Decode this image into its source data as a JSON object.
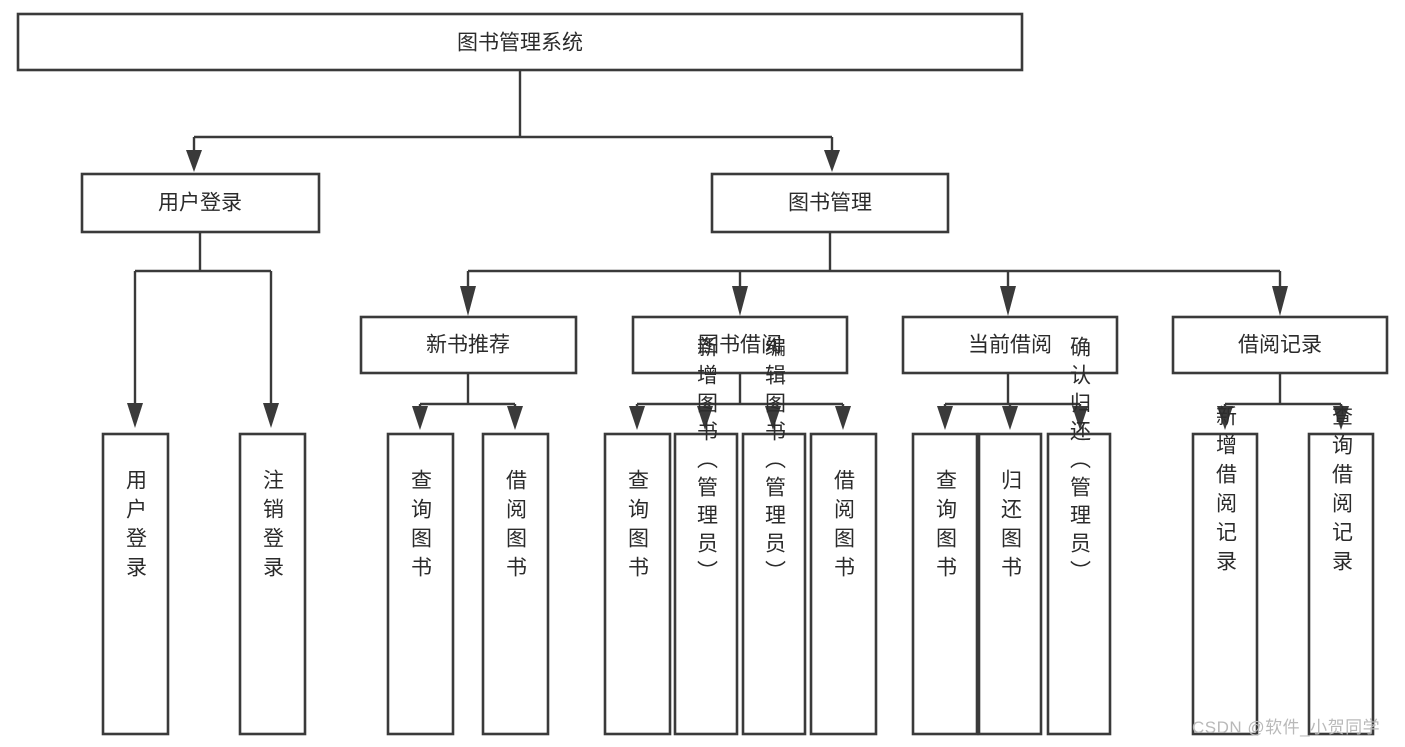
{
  "diagram": {
    "title": "图书管理系统",
    "type": "hierarchy-tree",
    "watermark": "CSDN @软件_小贺同学",
    "colors": {
      "stroke": "#3a3a3a",
      "fill": "#ffffff",
      "text": "#2b2b2b",
      "watermark": "#b9b9b9"
    },
    "levels": {
      "root": {
        "label": "图书管理系统"
      },
      "level2": [
        {
          "label": "用户登录"
        },
        {
          "label": "图书管理"
        }
      ],
      "level3": [
        {
          "label": "新书推荐"
        },
        {
          "label": "图书借阅"
        },
        {
          "label": "当前借阅"
        },
        {
          "label": "借阅记录"
        }
      ],
      "leaves": [
        {
          "label": "用户登录",
          "parent": "用户登录"
        },
        {
          "label": "注销登录",
          "parent": "用户登录"
        },
        {
          "label": "查询图书",
          "parent": "新书推荐"
        },
        {
          "label": "借阅图书",
          "parent": "新书推荐"
        },
        {
          "label": "查询图书",
          "parent": "图书借阅"
        },
        {
          "label": "新增图书（管理员）",
          "parent": "图书借阅"
        },
        {
          "label": "编辑图书（管理员）",
          "parent": "图书借阅"
        },
        {
          "label": "借阅图书",
          "parent": "图书借阅"
        },
        {
          "label": "查询图书",
          "parent": "当前借阅"
        },
        {
          "label": "归还图书",
          "parent": "当前借阅"
        },
        {
          "label": "确认归还（管理员）",
          "parent": "当前借阅"
        },
        {
          "label": "新增借阅记录",
          "parent": "借阅记录"
        },
        {
          "label": "查询借阅记录",
          "parent": "借阅记录"
        }
      ]
    }
  }
}
